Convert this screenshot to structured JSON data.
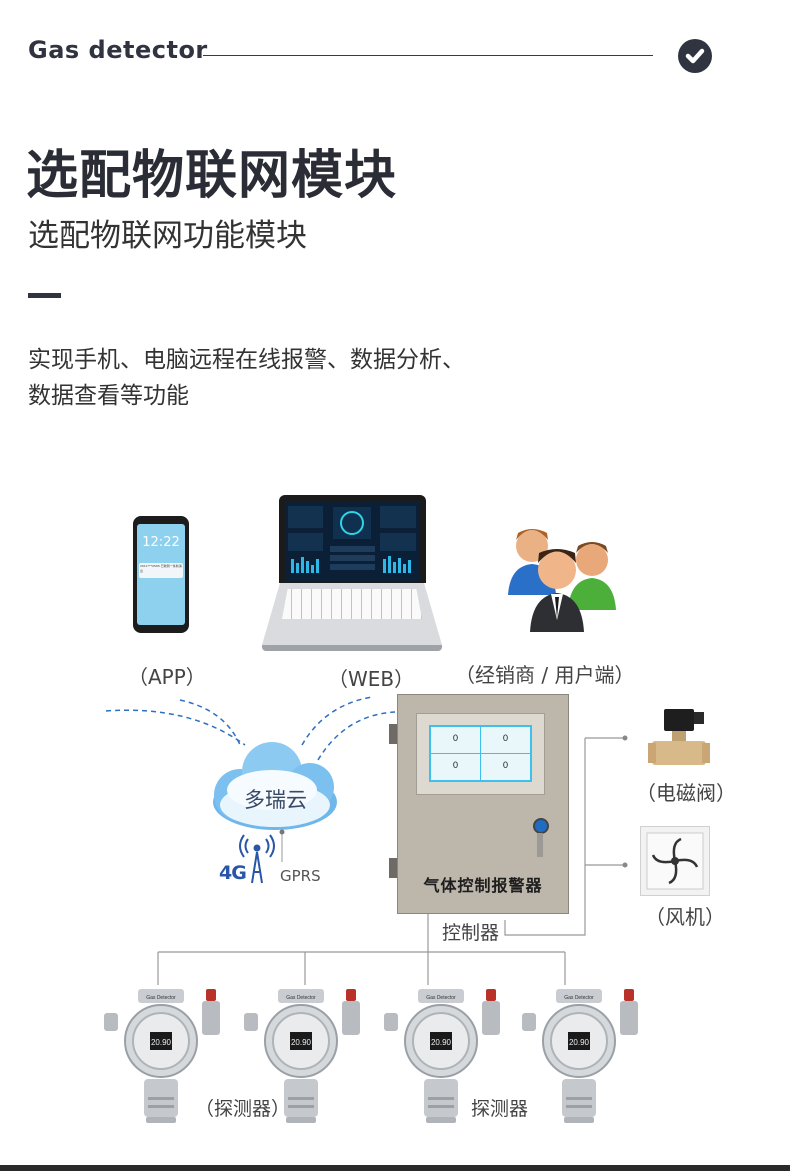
{
  "header": {
    "title": "Gas detector",
    "check_icon": "checkmark-circle-icon"
  },
  "main_title": "选配物联网模块",
  "sub_title": "选配物联网功能模块",
  "description": {
    "line1": "实现手机、电脑远程在线报警、数据分析、",
    "line2": "数据查看等功能"
  },
  "diagram": {
    "phone": {
      "time": "12:22",
      "notice": "2011***0565 已收到一条新消息",
      "label": "（APP）"
    },
    "laptop": {
      "label": "（WEB）"
    },
    "users": {
      "label": "（经销商 / 用户端）"
    },
    "cloud": {
      "label": "多瑞云"
    },
    "network": {
      "badge": "4G",
      "gprs": "GPRS"
    },
    "controller": {
      "readings": [
        "0",
        "0",
        "0",
        "0"
      ],
      "plate": "气体控制报警器",
      "label": "控制器"
    },
    "valve": {
      "label": "（电磁阀）"
    },
    "fan": {
      "label": "（风机）"
    },
    "detectors": {
      "display": "20.90",
      "brand": "Gas Detector",
      "label_left": "（探测器）",
      "label_right": "探测器"
    }
  },
  "colors": {
    "accent_dark": "#2f3440",
    "cloud_blue": "#4aa3e6",
    "dash_blue": "#2f6fc0",
    "screen_cyan": "#3ec0ee"
  }
}
